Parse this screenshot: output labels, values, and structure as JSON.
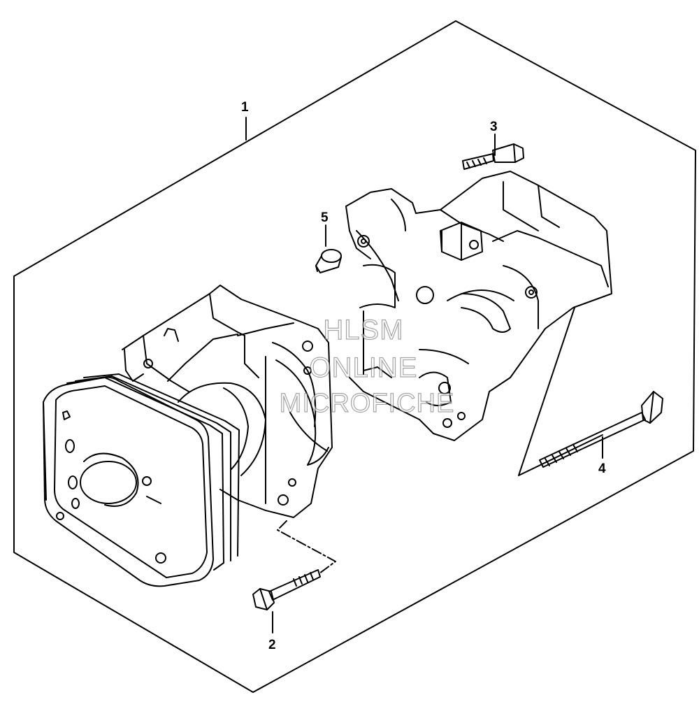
{
  "callouts": {
    "c1": "1",
    "c2": "2",
    "c3": "3",
    "c4": "4",
    "c5": "5"
  },
  "watermark": {
    "line1": "HLSM",
    "line2": "ONLINE",
    "line3": "MICROFICHE"
  },
  "icons": [
    "cylinder-head-icon",
    "crankcase-icon",
    "bolt-icon",
    "dowel-pin-icon"
  ]
}
